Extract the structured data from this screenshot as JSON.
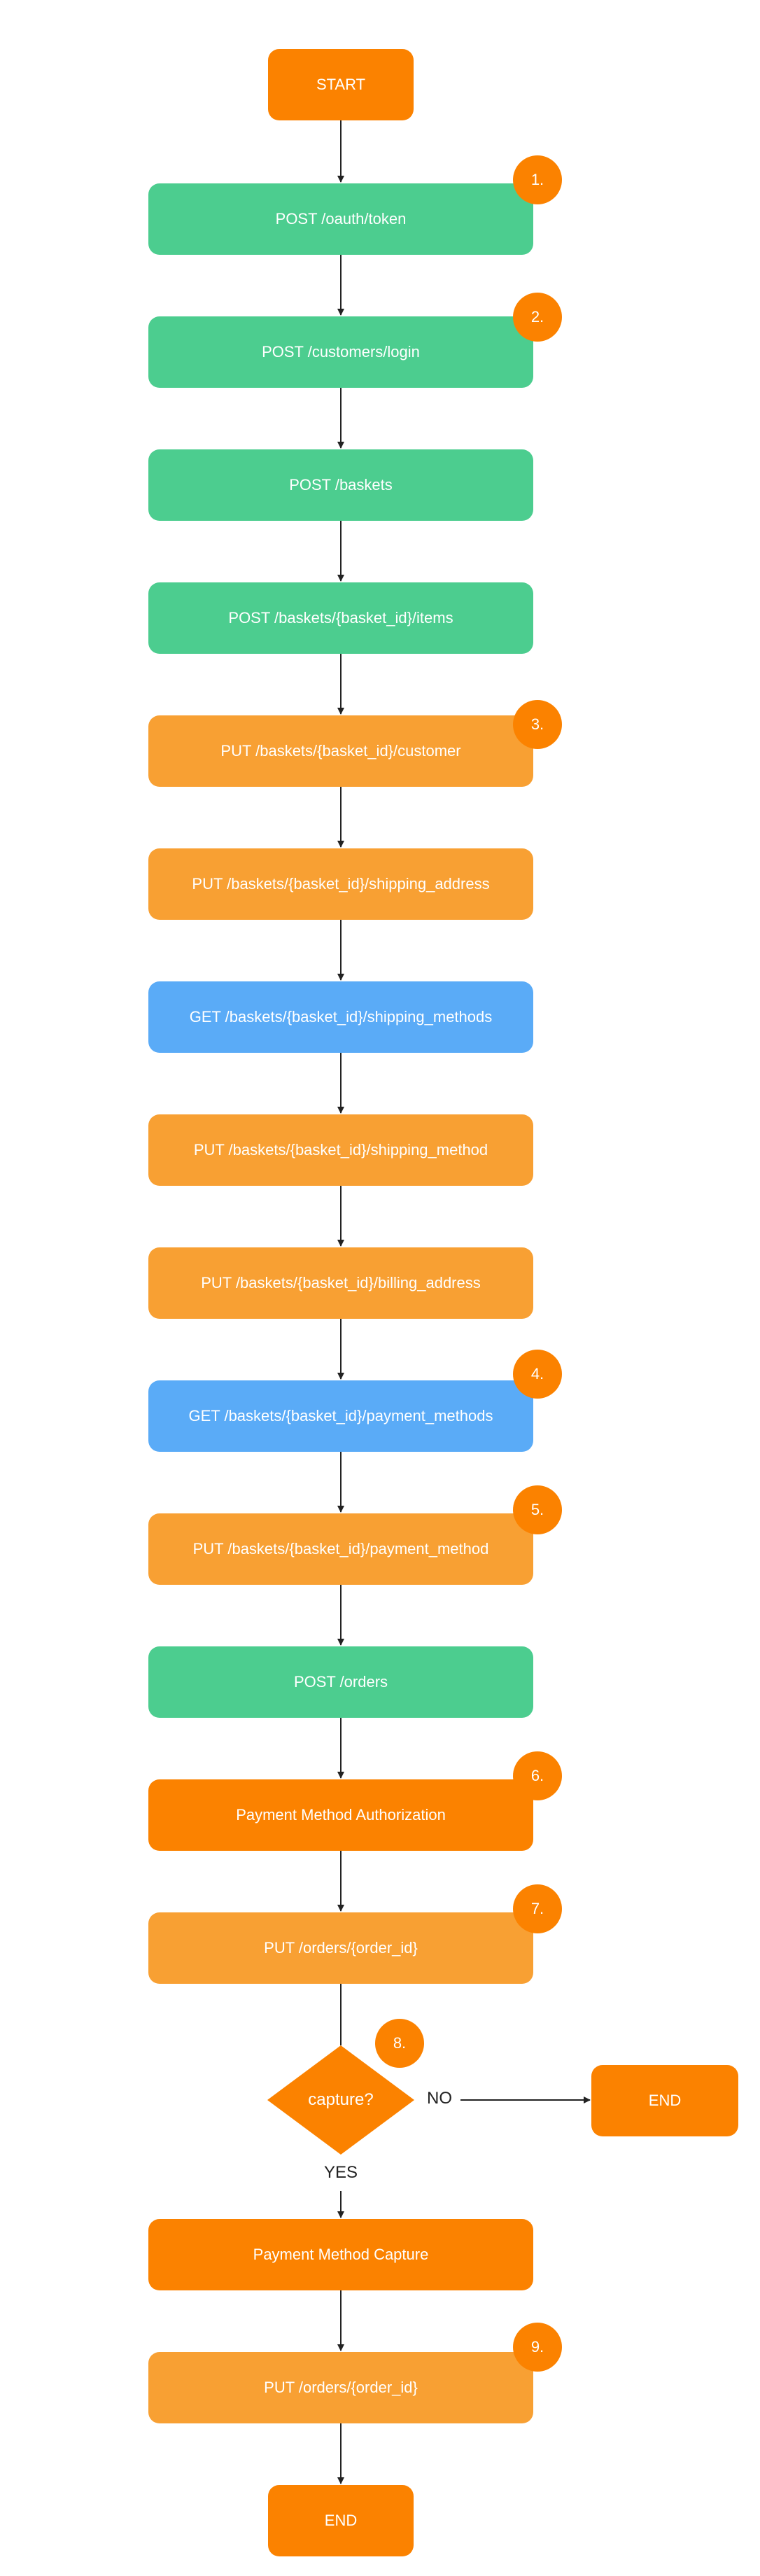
{
  "start": "START",
  "steps": [
    {
      "label": "POST /oauth/token",
      "badge": "1."
    },
    {
      "label": "POST /customers/login",
      "badge": "2."
    },
    {
      "label": "POST /baskets"
    },
    {
      "label": "POST /baskets/{basket_id}/items"
    },
    {
      "label": "PUT /baskets/{basket_id}/customer",
      "badge": "3."
    },
    {
      "label": "PUT /baskets/{basket_id}/shipping_address"
    },
    {
      "label": "GET /baskets/{basket_id}/shipping_methods"
    },
    {
      "label": "PUT /baskets/{basket_id}/shipping_method"
    },
    {
      "label": "PUT /baskets/{basket_id}/billing_address"
    },
    {
      "label": "GET /baskets/{basket_id}/payment_methods",
      "badge": "4."
    },
    {
      "label": "PUT /baskets/{basket_id}/payment_method",
      "badge": "5."
    },
    {
      "label": "POST /orders"
    },
    {
      "label": "Payment Method Authorization",
      "badge": "6."
    },
    {
      "label": "PUT /orders/{order_id}",
      "badge": "7."
    }
  ],
  "decision": {
    "label": "capture?",
    "badge": "8.",
    "no_label": "NO",
    "yes_label": "YES",
    "no_target": "END"
  },
  "after": [
    {
      "label": "Payment Method Capture"
    },
    {
      "label": "PUT /orders/{order_id}",
      "badge": "9."
    }
  ],
  "end": "END",
  "colors": {
    "green": "#4ccd8f",
    "orange": "#f8a033",
    "dark_orange": "#fb8200",
    "blue": "#5aabf7",
    "arrow": "#222222"
  }
}
